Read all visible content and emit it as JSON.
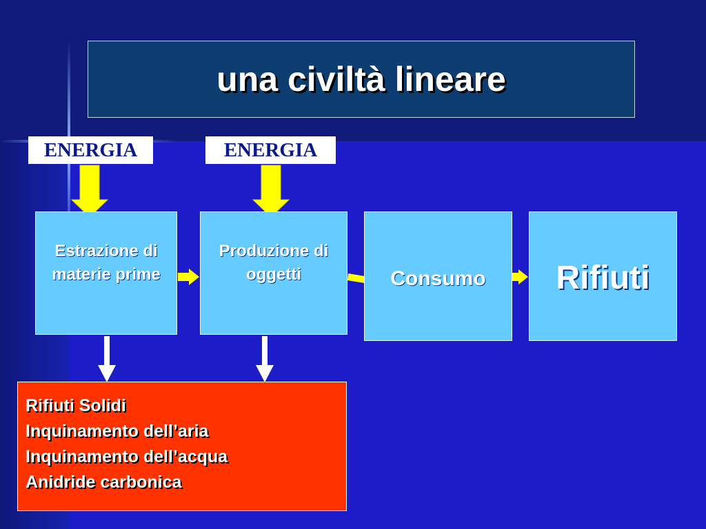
{
  "title": "una civiltà lineare",
  "energy_labels": [
    "ENERGIA",
    "ENERGIA"
  ],
  "process_boxes": [
    {
      "label": "Estrazione di materie prime"
    },
    {
      "label": "Produzione di oggetti"
    },
    {
      "label": "Consumo"
    },
    {
      "label": "Rifiuti"
    }
  ],
  "impacts": [
    "Rifiuti Solidi",
    "Inquinamento dell’aria",
    "Inquinamento dell’acqua",
    "Anidride carbonica"
  ],
  "colors": {
    "background": "#1c1cc8",
    "title_box": "#0e3d72",
    "process_box": "#66ccff",
    "impact_box": "#ff3300",
    "arrow": "#ffff00"
  }
}
